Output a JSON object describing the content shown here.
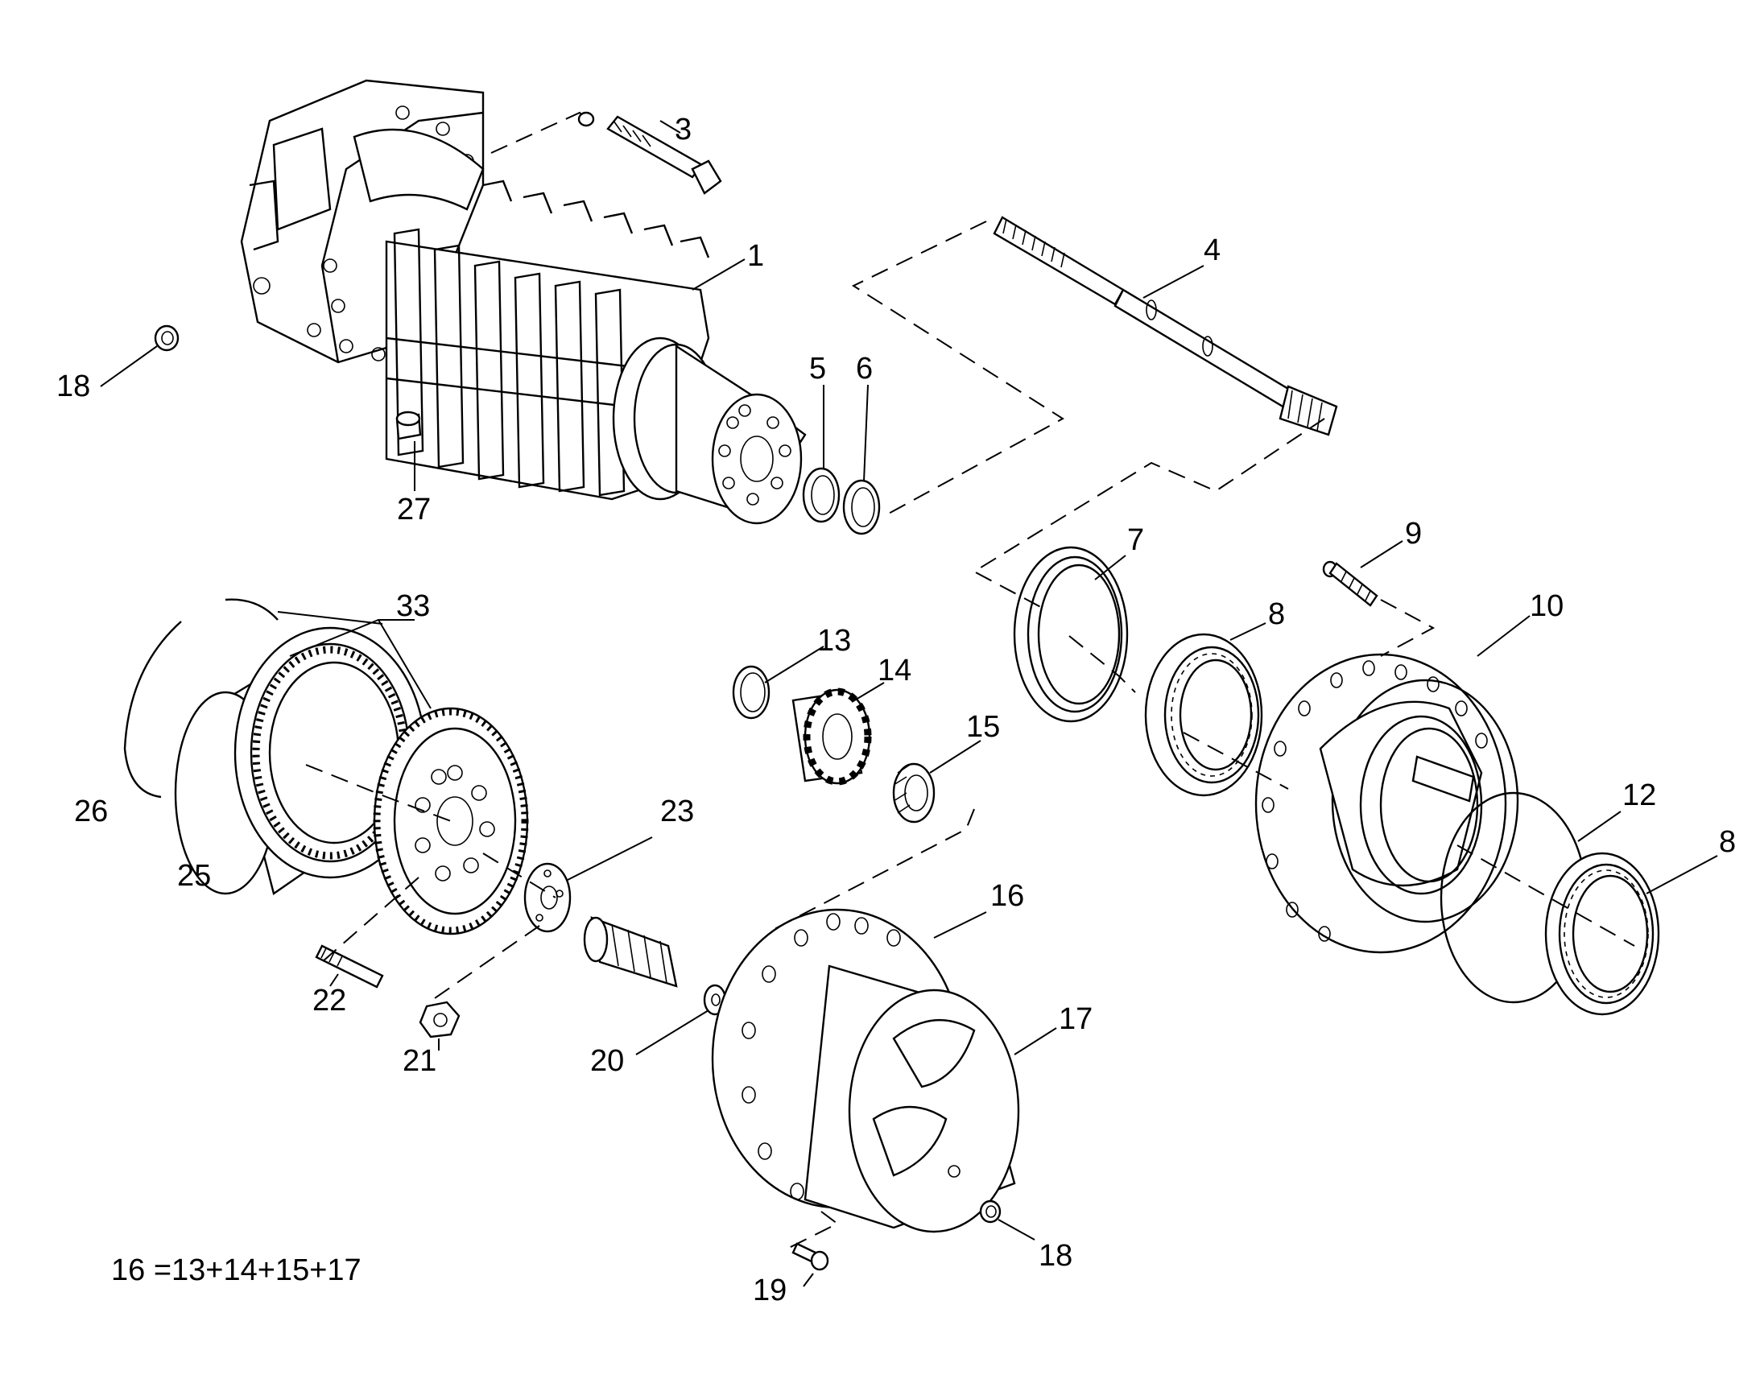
{
  "labels": {
    "p1": "1",
    "p3": "3",
    "p4": "4",
    "p5": "5",
    "p6": "6",
    "p7": "7",
    "p8a": "8",
    "p8b": "8",
    "p9": "9",
    "p10": "10",
    "p12": "12",
    "p13": "13",
    "p14": "14",
    "p15": "15",
    "p16": "16",
    "p17": "17",
    "p18a": "18",
    "p18b": "18",
    "p19": "19",
    "p20": "20",
    "p21": "21",
    "p22": "22",
    "p23": "23",
    "p25": "25",
    "p26": "26",
    "p27": "27",
    "p33": "33"
  },
  "formula": "16  =13+14+15+17"
}
